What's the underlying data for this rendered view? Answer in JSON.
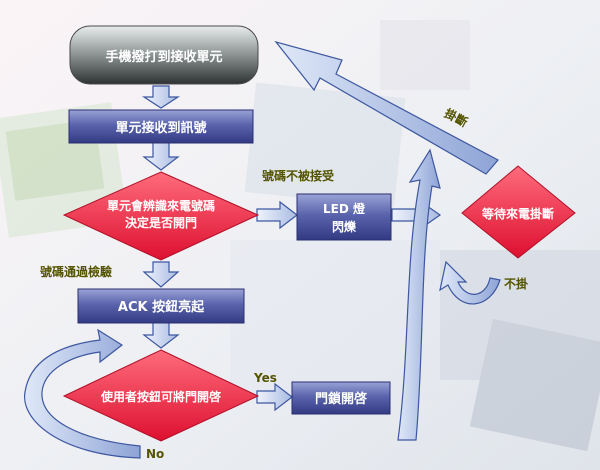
{
  "nodes": {
    "start": "手機撥打到接收單元",
    "receive": "單元接收到訊號",
    "decide_line1": "單元會辨識來電號碼",
    "decide_line2": "決定是否開門",
    "led_line1": "LED 燈",
    "led_line2": "閃爍",
    "ack": "ACK  按鈕亮起",
    "press_decision": "使用者按鈕可將門開啓",
    "unlock": "門鎖開啓",
    "wait": "等待來電掛斷"
  },
  "labels": {
    "rejected": "號碼不被接受",
    "verified": "號碼通過檢驗",
    "yes": "Yes",
    "no": "No",
    "hangup": "掛斷",
    "not_hangup": "不掛"
  },
  "colors": {
    "process_fill": "#5560a8",
    "decision_fill": "#ee2b45",
    "terminal_fill": "#3c3f40",
    "arrow_fill": "#c6d2ee",
    "arrow_stroke": "#3d57a0",
    "label_text": "#545400"
  }
}
